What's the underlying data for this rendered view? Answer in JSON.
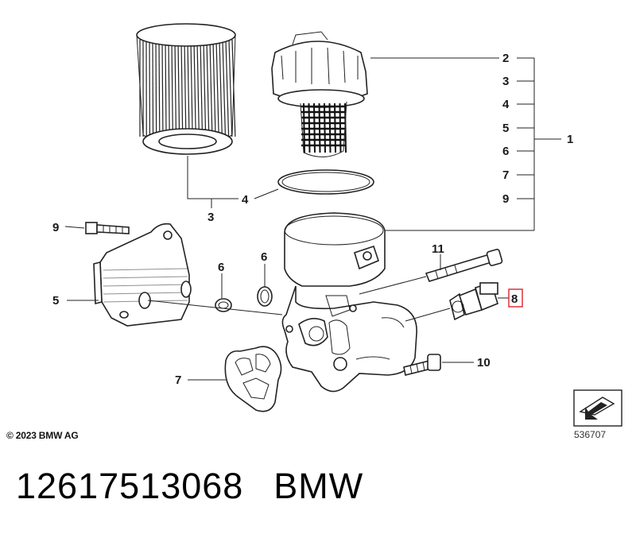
{
  "callouts": {
    "c2": "2",
    "c3a": "3",
    "c4a": "4",
    "c5a": "5",
    "c6a": "6",
    "c7a": "7",
    "c9a": "9",
    "c1": "1",
    "c4b": "4",
    "c3b": "3",
    "c9b": "9",
    "c6b": "6",
    "c6c": "6",
    "c11": "11",
    "c5b": "5",
    "c8": "8",
    "c10": "10",
    "c7b": "7"
  },
  "highlight_color": "#e0303a",
  "footer": {
    "copyright": "© 2023 BMW AG",
    "drawing_number": "536707"
  },
  "part_info": {
    "part_number": "12617513068",
    "brand": "BMW"
  }
}
